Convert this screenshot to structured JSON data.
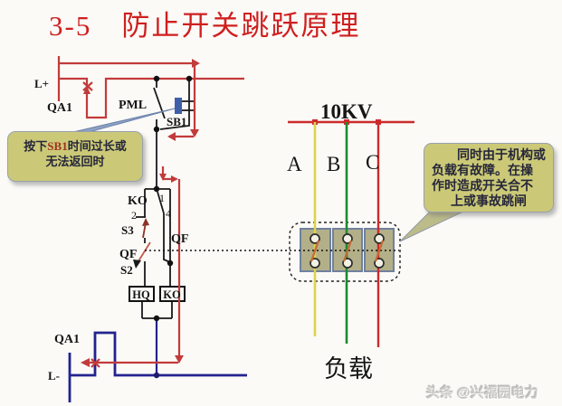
{
  "title": "3-5　防止开关跳跃原理",
  "watermark": "头条 @兴福园电力",
  "callout_left": {
    "prefix": "按下",
    "accent": "SB1",
    "suffix": "时间过长或",
    "line2": "无法返回时"
  },
  "callout_right": {
    "line1": "同时由于机构或",
    "line2": "负载有故障。在操",
    "line3": "作时造成开关合不",
    "line4": "上或事故跳闸"
  },
  "control_circuit": {
    "l_plus": "L+",
    "qa1_top": "QA1",
    "pml": "PML",
    "sb1": "SB1",
    "ko_contact": "KO",
    "terminal_1": "1",
    "terminal_2": "2",
    "terminal_4": "4",
    "s3": "S3",
    "qf_aux": "QF",
    "qf_trip": "QF",
    "s2": "S2",
    "hq_coil": "HQ",
    "ko_coil": "KO",
    "qa1_bottom": "QA1",
    "l_minus": "L-"
  },
  "power_circuit": {
    "voltage": "10KV",
    "phase_a": "A",
    "phase_b": "B",
    "phase_c": "C",
    "load": "负载"
  },
  "colors": {
    "title_red": "#cf1f1f",
    "highlight_path": "#c23b3b",
    "negative_bus_blue": "#23238f",
    "callout_bg": "#cbc977",
    "phase_a_yellow": "#ddd34a",
    "phase_b_green": "#1f8a2f",
    "phase_c_red": "#cc2b2b",
    "breaker_box_fill": "#b3b089"
  }
}
